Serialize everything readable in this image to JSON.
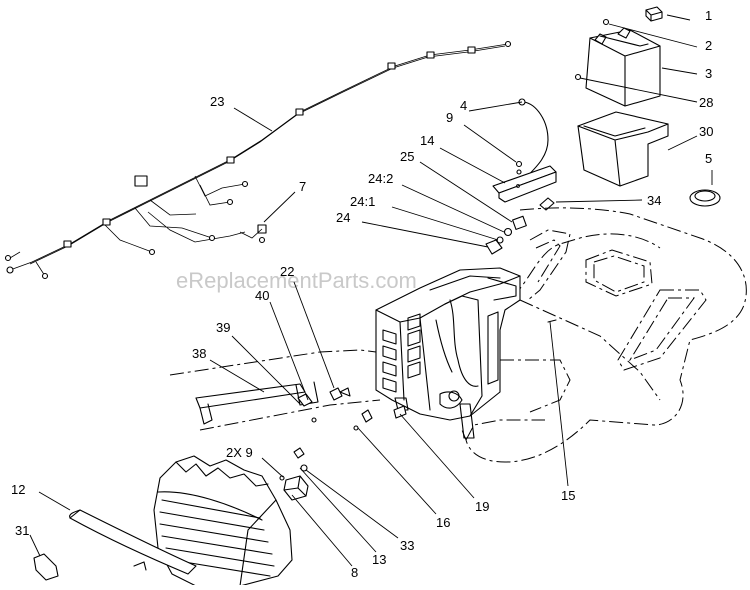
{
  "watermark": "eReplacementParts.com",
  "callouts": [
    {
      "id": "c1",
      "text": "1"
    },
    {
      "id": "c2",
      "text": "2"
    },
    {
      "id": "c3",
      "text": "3"
    },
    {
      "id": "c28",
      "text": "28"
    },
    {
      "id": "c30",
      "text": "30"
    },
    {
      "id": "c5",
      "text": "5"
    },
    {
      "id": "c4",
      "text": "4"
    },
    {
      "id": "c9a",
      "text": "9"
    },
    {
      "id": "c14",
      "text": "14"
    },
    {
      "id": "c25",
      "text": "25"
    },
    {
      "id": "c242",
      "text": "24:2"
    },
    {
      "id": "c241",
      "text": "24:1"
    },
    {
      "id": "c24",
      "text": "24"
    },
    {
      "id": "c34",
      "text": "34"
    },
    {
      "id": "c23",
      "text": "23"
    },
    {
      "id": "c7",
      "text": "7"
    },
    {
      "id": "c22",
      "text": "22"
    },
    {
      "id": "c40",
      "text": "40"
    },
    {
      "id": "c39",
      "text": "39"
    },
    {
      "id": "c38",
      "text": "38"
    },
    {
      "id": "c2x9",
      "text": "2X 9"
    },
    {
      "id": "c12",
      "text": "12"
    },
    {
      "id": "c31",
      "text": "31"
    },
    {
      "id": "c8",
      "text": "8"
    },
    {
      "id": "c13",
      "text": "13"
    },
    {
      "id": "c33",
      "text": "33"
    },
    {
      "id": "c16",
      "text": "16"
    },
    {
      "id": "c19",
      "text": "19"
    },
    {
      "id": "c15",
      "text": "15"
    }
  ]
}
